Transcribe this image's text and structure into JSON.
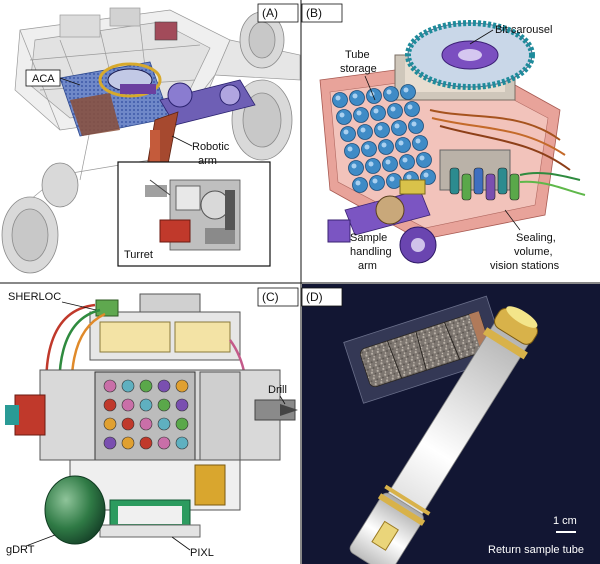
{
  "panels": {
    "a": {
      "letter": "(A)",
      "labels": {
        "aca": "ACA",
        "robotic_arm_1": "Robotic",
        "robotic_arm_2": "arm",
        "turret": "Turret"
      }
    },
    "b": {
      "letter": "(B)",
      "labels": {
        "bit_carousel": "Bit carousel",
        "tube_storage_1": "Tube",
        "tube_storage_2": "storage",
        "sample_handling_1": "Sample",
        "sample_handling_2": "handling",
        "sample_handling_3": "arm",
        "sealing_1": "Sealing,",
        "sealing_2": "volume,",
        "sealing_3": "vision stations"
      }
    },
    "c": {
      "letter": "(C)",
      "labels": {
        "sherloc": "SHERLOC",
        "drill": "Drill",
        "gdrt": "gDRT",
        "pixl": "PIXL"
      }
    },
    "d": {
      "letter": "(D)",
      "labels": {
        "scale": "1 cm",
        "return_tube": "Return sample tube"
      }
    }
  },
  "colors": {
    "background_d": "#121633",
    "tube": "#f2f2f2",
    "tube_band": "#d8b24a",
    "tube_storage": "#3f8bc6",
    "frame": "#e8a39a"
  }
}
